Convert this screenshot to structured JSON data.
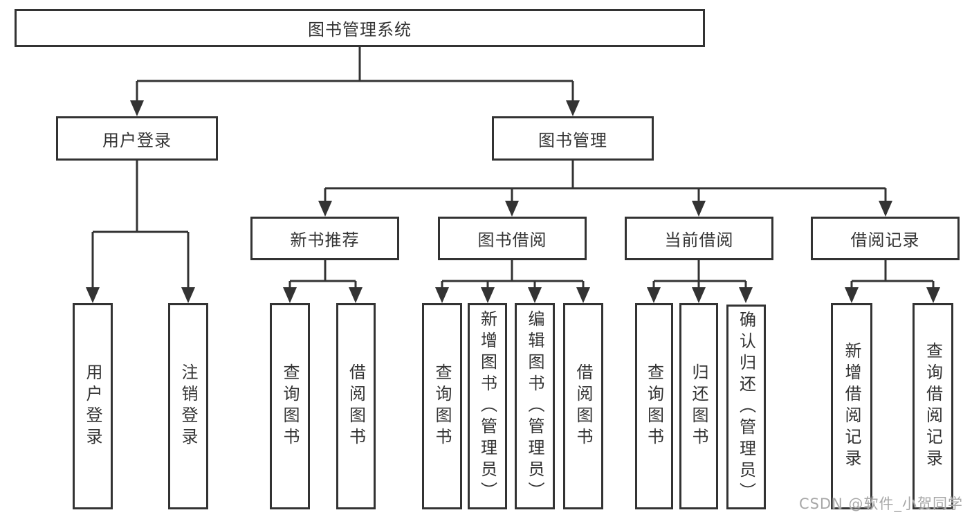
{
  "colors": {
    "line": "#333333",
    "text": "#333333",
    "box_bg": "#ffffff",
    "page_bg": "#ffffff",
    "watermark_color": "#a8a8a8"
  },
  "tree": {
    "label": "图书管理系统",
    "branches": [
      {
        "label": "用户登录",
        "children": [
          {
            "label": "用户登录"
          },
          {
            "label": "注销登录"
          }
        ]
      },
      {
        "label": "图书管理",
        "sections": [
          {
            "label": "新书推荐",
            "children": [
              {
                "label": "查询图书"
              },
              {
                "label": "借阅图书"
              }
            ]
          },
          {
            "label": "图书借阅",
            "children": [
              {
                "label": "查询图书"
              },
              {
                "label": "新增图书（管理员）"
              },
              {
                "label": "编辑图书（管理员）"
              },
              {
                "label": "借阅图书"
              }
            ]
          },
          {
            "label": "当前借阅",
            "children": [
              {
                "label": "查询图书"
              },
              {
                "label": "归还图书"
              },
              {
                "label": "确认归还（管理员）"
              }
            ]
          },
          {
            "label": "借阅记录",
            "children": [
              {
                "label": "新增借阅记录"
              },
              {
                "label": "查询借阅记录"
              }
            ]
          }
        ]
      }
    ]
  },
  "watermark": "CSDN @软件_小贺同学"
}
